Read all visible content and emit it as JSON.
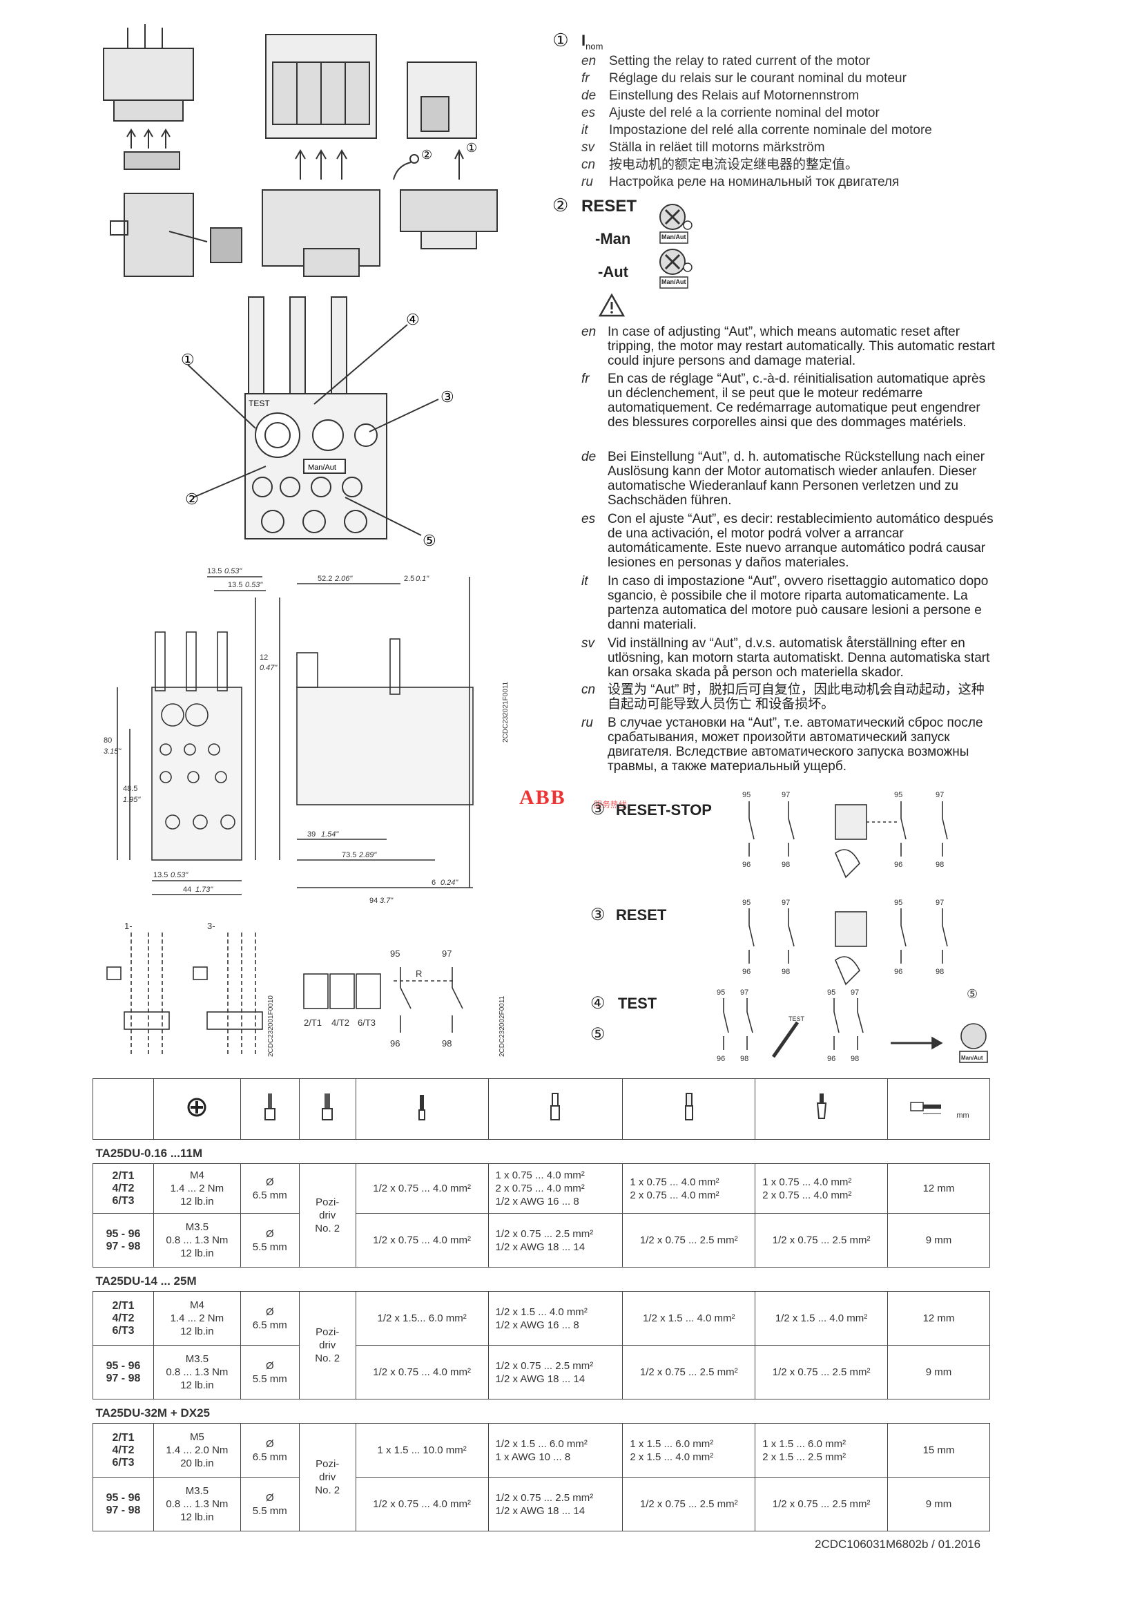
{
  "inom": {
    "number": "①",
    "heading": "I",
    "heading_sub": "nom",
    "lines": [
      {
        "code": "en",
        "text": "Setting the relay to rated current of the motor"
      },
      {
        "code": "fr",
        "text": "Réglage du relais sur le courant nominal du moteur"
      },
      {
        "code": "de",
        "text": "Einstellung des Relais auf Motornennstrom"
      },
      {
        "code": "es",
        "text": "Ajuste del relé a la corriente nominal del motor"
      },
      {
        "code": "it",
        "text": "Impostazione del relé alla corrente nominale del motore"
      },
      {
        "code": "sv",
        "text": "Ställa in reläet till motorns märkström"
      },
      {
        "code": "cn",
        "text": "按电动机的额定电流设定继电器的整定值。"
      },
      {
        "code": "ru",
        "text": "Настройка реле на номинальный ток двигателя"
      }
    ]
  },
  "reset": {
    "number": "②",
    "heading": "RESET",
    "man": "-Man",
    "aut": "-Aut",
    "badge": "Man/Aut"
  },
  "warnings": [
    {
      "code": "en",
      "text": "In case of adjusting “Aut”, which means automatic reset after tripping, the motor may restart automatically. This automatic restart could injure persons and damage material."
    },
    {
      "code": "fr",
      "text": "En cas de réglage “Aut”, c.-à-d. réinitialisation automatique après un déclenchement, il se peut que le moteur redémarre automatiquement. Ce redémarrage automatique peut engendrer des blessures corporelles ainsi que des dommages matériels."
    },
    {
      "code": "de",
      "text": "Bei Einstellung “Aut”, d. h. automatische Rückstellung nach einer Auslösung kann der Motor automatisch wieder anlaufen. Dieser automatische Wiederanlauf kann Personen verletzen und zu Sachschäden führen."
    },
    {
      "code": "es",
      "text": "Con el ajuste “Aut”, es decir: restablecimiento automático después de una activación, el motor podrá volver a arrancar automáticamente. Este nuevo arranque automático podrá causar lesiones en personas y daños materiales."
    },
    {
      "code": "it",
      "text": "In caso di impostazione “Aut”, ovvero risettaggio automatico dopo sgancio, è possibile che il motore riparta automaticamente. La partenza automatica del motore può causare lesioni a persone e danni materiali."
    },
    {
      "code": "sv",
      "text": "Vid inställning av “Aut”, d.v.s. automatisk återställning efter en utlösning, kan motorn starta automatiskt. Denna automatiska start kan orsaka skada på person och materiella skador."
    },
    {
      "code": "cn",
      "text": "设置为 “Aut” 时，脱扣后可自复位，因此电动机会自动起动，这种自起动可能导致人员伤亡 和设备损坏。"
    },
    {
      "code": "ru",
      "text": "В случае установки на “Aut”, т.е. автоматический сброс после срабатывания, может произойти автоматический запуск двигателя. Вследствие автоматического запуска возможны травмы, а также материальный ущерб."
    }
  ],
  "watermark": {
    "brand": "ABB",
    "text": "服务热线"
  },
  "sections": {
    "reset_stop": {
      "number": "③",
      "label": "RESET-STOP"
    },
    "reset2": {
      "number": "③",
      "label": "RESET"
    },
    "test": {
      "number": "④",
      "label": "TEST"
    },
    "five": {
      "number": "⑤"
    }
  },
  "contacts": {
    "n95": "95",
    "n96": "96",
    "n97": "97",
    "n98": "98",
    "test_label": "TEST",
    "r_label": "R"
  },
  "callouts": [
    "①",
    "②",
    "③",
    "④",
    "⑤"
  ],
  "device_labels": {
    "test": "TEST",
    "man_aut": "Man/Aut",
    "terminals": [
      "2",
      "4",
      "6"
    ]
  },
  "dimensions": {
    "d1": "13.5",
    "d1in": "0.53\"",
    "d2": "13.5",
    "d2in": "0.53\"",
    "d3": "52.2",
    "d3in": "2.06\"",
    "d4": "2.5",
    "d4in": "0.1\"",
    "d5": "12",
    "d5in": "0.47\"",
    "d6": "80",
    "d6in": "3.15\"",
    "d7": "48.5",
    "d7in": "1.95\"",
    "d8": "39",
    "d8in": "1.54\"",
    "d9": "73.5",
    "d9in": "2.89\"",
    "d10": "13.5",
    "d10in": "0.53\"",
    "d11": "44",
    "d11in": "1.73\"",
    "d12": "6",
    "d12in": "0.24\"",
    "d13": "94",
    "d13in": "3.7\"",
    "code": "2CDC232021F0011"
  },
  "schematics": {
    "labels": [
      "2/T1",
      "4/T2",
      "6/T3"
    ],
    "code1": "2CDC232001F0010",
    "code2": "2CDC232002F0011",
    "one": "1-",
    "three": "3-"
  },
  "table": {
    "mm_label": "mm",
    "groups": [
      {
        "title": "TA25DU-0.16 ...11M",
        "rows": [
          {
            "term": [
              "2/T1",
              "4/T2",
              "6/T3"
            ],
            "torque": [
              "M4",
              "1.4 ... 2 Nm",
              "12 lb.in"
            ],
            "dia": [
              "Ø",
              "6.5 mm"
            ],
            "driv": [
              "Pozi-",
              "driv",
              "No. 2"
            ],
            "c1": "1/2 x 0.75 ... 4.0 mm²",
            "c2": [
              "1 x 0.75 ... 4.0 mm²",
              "2 x 0.75 ... 4.0 mm²",
              "1/2 x AWG 16 ... 8"
            ],
            "c3": [
              "1 x 0.75 ... 4.0 mm²",
              "2 x 0.75 ... 4.0 mm²"
            ],
            "c4": [
              "1 x 0.75 ... 4.0 mm²",
              "2 x 0.75 ... 4.0 mm²"
            ],
            "strip": "12 mm"
          },
          {
            "term": [
              "95 - 96",
              "97 - 98"
            ],
            "torque": [
              "M3.5",
              "0.8 ... 1.3 Nm",
              "12 lb.in"
            ],
            "dia": [
              "Ø",
              "5.5 mm"
            ],
            "c1": "1/2 x 0.75 ... 4.0 mm²",
            "c2": [
              "1/2 x 0.75 ... 2.5 mm²",
              "1/2 x AWG 18 ... 14"
            ],
            "c3": [
              "1/2 x 0.75 ... 2.5 mm²"
            ],
            "c4": [
              "1/2 x 0.75 ... 2.5 mm²"
            ],
            "strip": "9 mm"
          }
        ]
      },
      {
        "title": "TA25DU-14 ... 25M",
        "rows": [
          {
            "term": [
              "2/T1",
              "4/T2",
              "6/T3"
            ],
            "torque": [
              "M4",
              "1.4 ... 2 Nm",
              "12 lb.in"
            ],
            "dia": [
              "Ø",
              "6.5 mm"
            ],
            "driv": [
              "Pozi-",
              "driv",
              "No. 2"
            ],
            "c1": "1/2 x 1.5... 6.0 mm²",
            "c2": [
              "1/2 x 1.5 ... 4.0 mm²",
              "1/2 x AWG 16 ... 8"
            ],
            "c3": [
              "1/2 x 1.5 ... 4.0 mm²"
            ],
            "c4": [
              "1/2 x 1.5 ... 4.0 mm²"
            ],
            "strip": "12 mm"
          },
          {
            "term": [
              "95 - 96",
              "97 - 98"
            ],
            "torque": [
              "M3.5",
              "0.8 ... 1.3 Nm",
              "12 lb.in"
            ],
            "dia": [
              "Ø",
              "5.5 mm"
            ],
            "c1": "1/2 x 0.75 ... 4.0 mm²",
            "c2": [
              "1/2 x 0.75 ... 2.5 mm²",
              "1/2 x AWG 18 ... 14"
            ],
            "c3": [
              "1/2 x 0.75 ... 2.5 mm²"
            ],
            "c4": [
              "1/2 x 0.75 ... 2.5 mm²"
            ],
            "strip": "9 mm"
          }
        ]
      },
      {
        "title": "TA25DU-32M + DX25",
        "rows": [
          {
            "term": [
              "2/T1",
              "4/T2",
              "6/T3"
            ],
            "torque": [
              "M5",
              "1.4 ... 2.0 Nm",
              "20 lb.in"
            ],
            "dia": [
              "Ø",
              "6.5 mm"
            ],
            "driv": [
              "Pozi-",
              "driv",
              "No. 2"
            ],
            "c1": "1 x 1.5 ... 10.0 mm²",
            "c2": [
              "1/2 x 1.5 ... 6.0 mm²",
              "1 x AWG 10 ... 8"
            ],
            "c3": [
              "1 x 1.5 ... 6.0 mm²",
              "2 x 1.5 ... 4.0 mm²"
            ],
            "c4": [
              "1 x 1.5 ... 6.0 mm²",
              "2 x 1.5 ... 2.5 mm²"
            ],
            "strip": "15 mm"
          },
          {
            "term": [
              "95 - 96",
              "97 - 98"
            ],
            "torque": [
              "M3.5",
              "0.8 ... 1.3 Nm",
              "12 lb.in"
            ],
            "dia": [
              "Ø",
              "5.5 mm"
            ],
            "c1": "1/2 x 0.75 ... 4.0 mm²",
            "c2": [
              "1/2 x 0.75 ... 2.5 mm²",
              "1/2 x AWG 18 ... 14"
            ],
            "c3": [
              "1/2 x 0.75 ... 2.5 mm²"
            ],
            "c4": [
              "1/2 x 0.75 ... 2.5 mm²"
            ],
            "strip": "9 mm"
          }
        ]
      }
    ]
  },
  "footer_code": "2CDC106031M6802b / 01.2016"
}
